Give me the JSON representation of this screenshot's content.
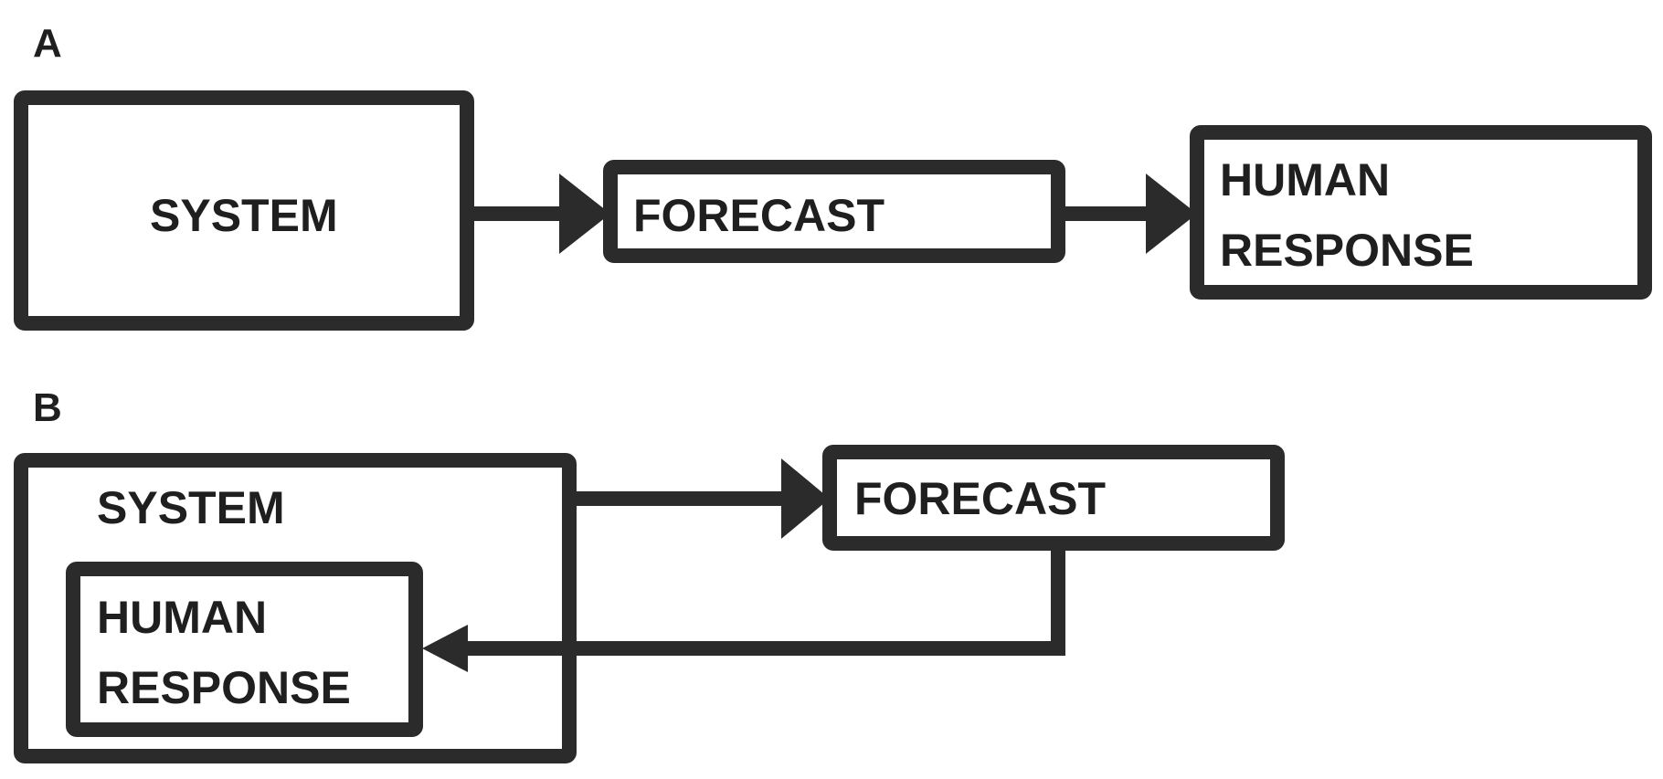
{
  "panel_a": {
    "label": "A",
    "system": "SYSTEM",
    "forecast": "FORECAST",
    "response_line1": "HUMAN",
    "response_line2": "RESPONSE"
  },
  "panel_b": {
    "label": "B",
    "system": "SYSTEM",
    "forecast": "FORECAST",
    "response_line1": "HUMAN",
    "response_line2": "RESPONSE"
  },
  "colors": {
    "stroke": "#2b2b2b",
    "text": "#1f1f1f",
    "background": "#ffffff"
  }
}
